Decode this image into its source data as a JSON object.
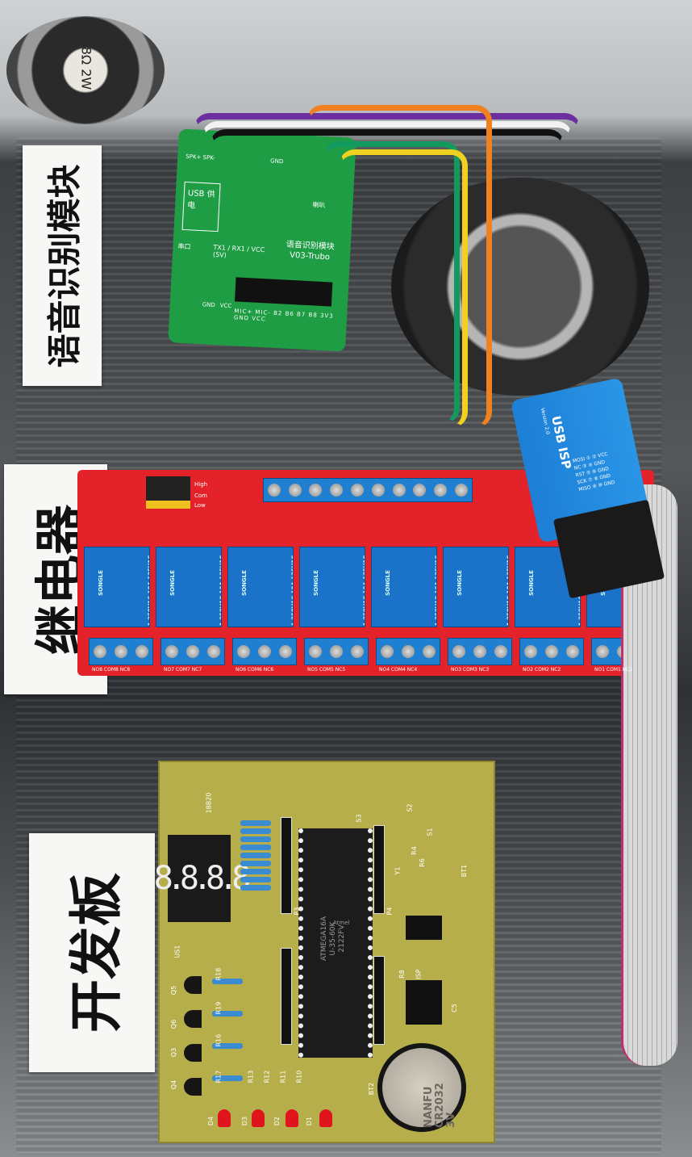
{
  "labels": {
    "voice_module": "语音识别模块",
    "relay": "继电器",
    "dev_board": "开发板"
  },
  "speaker": {
    "marking": "8Ω 2W"
  },
  "voice_board": {
    "title": "语音识别模块",
    "version": "V03-Trubo",
    "usb_power": "USB 供电",
    "serial_label": "串口",
    "serial_pins": "TX1 / RX1 / VCC (5V)",
    "speaker_pins": "SPK+ SPK-",
    "speaker_label": "喇叭",
    "gnd": "GND",
    "vcc": "VCC",
    "header_pins": "MIC+ MIC- B2 B6 B7 B8 3V3 GND VCC"
  },
  "usb_isp": {
    "title": "USB ISP",
    "version": "Version 2.0",
    "pinout": "MOSI ① ② VCC\nNC ③ ④ GND\nRST ⑤ ⑥ GND\nSCK ⑦ ⑧ GND\nMISO ⑨ ⑩ GND"
  },
  "relay_board": {
    "jumper_labels": [
      "High",
      "Com",
      "Low"
    ],
    "relay_brand": "SONGLE",
    "relay_spec": "10A 250VAC 10A 125VAC\n10A 30VDC 10A 28VDC\nSRD-05VDC-SL-C",
    "terminals": [
      "NO8 COM8 NC8",
      "NO7 COM7 NC7",
      "NO6 COM6 NC6",
      "NO5 COM5 NC5",
      "NO4 COM4 NC4",
      "NO3 COM3 NC3",
      "NO2 COM2 NC2",
      "NO1 COM1 NC1"
    ]
  },
  "dev_board": {
    "display": "8.8.8.8",
    "mcu": "ATMEGA16A\nU-35-60K\n2122FV",
    "mcu_brand": "Atmel",
    "battery": "NANFU\nCR2032\n3V",
    "silk": [
      "18B20",
      "US1",
      "Q5",
      "Q6",
      "Q3",
      "Q4",
      "R18",
      "R19",
      "R16",
      "R17",
      "R13",
      "R12",
      "R11",
      "R10",
      "D4",
      "D3",
      "D2",
      "D1",
      "BT2",
      "S3",
      "S2",
      "S1",
      "R4",
      "R6",
      "Y1",
      "P3",
      "P4",
      "R8",
      "ISP",
      "C5",
      "BT1"
    ]
  }
}
